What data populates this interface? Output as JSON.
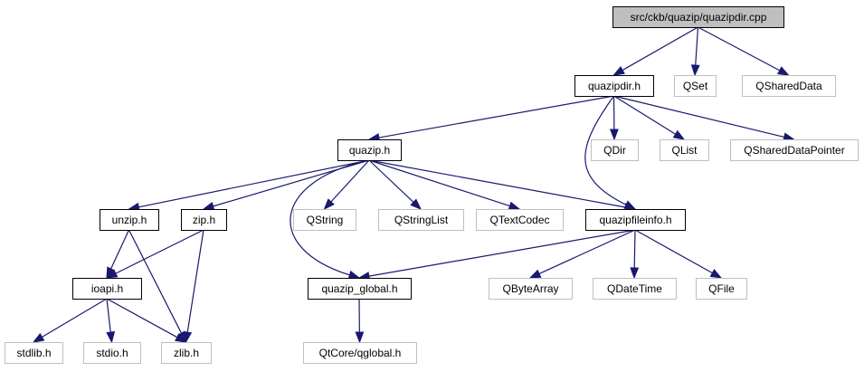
{
  "colors": {
    "edge": "#191970",
    "root_fill": "#bfbfbf",
    "node_border": "#000000",
    "external_border": "#bfbfbf"
  },
  "nodes": [
    {
      "id": "quazipdir_cpp",
      "label": "src/ckb/quazip/quazipdir.cpp",
      "kind": "root"
    },
    {
      "id": "quazipdir_h",
      "label": "quazipdir.h",
      "kind": "doc"
    },
    {
      "id": "qset",
      "label": "QSet",
      "kind": "ext"
    },
    {
      "id": "qshareddata",
      "label": "QSharedData",
      "kind": "ext"
    },
    {
      "id": "quazip_h",
      "label": "quazip.h",
      "kind": "doc"
    },
    {
      "id": "qdir",
      "label": "QDir",
      "kind": "ext"
    },
    {
      "id": "qlist",
      "label": "QList",
      "kind": "ext"
    },
    {
      "id": "qshareddatapointer",
      "label": "QSharedDataPointer",
      "kind": "ext"
    },
    {
      "id": "unzip_h",
      "label": "unzip.h",
      "kind": "doc"
    },
    {
      "id": "zip_h",
      "label": "zip.h",
      "kind": "doc"
    },
    {
      "id": "qstring",
      "label": "QString",
      "kind": "ext"
    },
    {
      "id": "qstringlist",
      "label": "QStringList",
      "kind": "ext"
    },
    {
      "id": "qtextcodec",
      "label": "QTextCodec",
      "kind": "ext"
    },
    {
      "id": "quazipfileinfo_h",
      "label": "quazipfileinfo.h",
      "kind": "doc"
    },
    {
      "id": "ioapi_h",
      "label": "ioapi.h",
      "kind": "doc"
    },
    {
      "id": "quazip_global_h",
      "label": "quazip_global.h",
      "kind": "doc"
    },
    {
      "id": "qbytearray",
      "label": "QByteArray",
      "kind": "ext"
    },
    {
      "id": "qdatetime",
      "label": "QDateTime",
      "kind": "ext"
    },
    {
      "id": "qfile",
      "label": "QFile",
      "kind": "ext"
    },
    {
      "id": "stdlib_h",
      "label": "stdlib.h",
      "kind": "ext"
    },
    {
      "id": "stdio_h",
      "label": "stdio.h",
      "kind": "ext"
    },
    {
      "id": "zlib_h",
      "label": "zlib.h",
      "kind": "ext"
    },
    {
      "id": "qtcore_qglobal_h",
      "label": "QtCore/qglobal.h",
      "kind": "ext"
    }
  ],
  "edges": [
    [
      "quazipdir_cpp",
      "quazipdir_h"
    ],
    [
      "quazipdir_cpp",
      "qset"
    ],
    [
      "quazipdir_cpp",
      "qshareddata"
    ],
    [
      "quazipdir_h",
      "quazip_h"
    ],
    [
      "quazipdir_h",
      "qdir"
    ],
    [
      "quazipdir_h",
      "qlist"
    ],
    [
      "quazipdir_h",
      "qshareddatapointer"
    ],
    [
      "quazipdir_h",
      "quazipfileinfo_h"
    ],
    [
      "quazip_h",
      "unzip_h"
    ],
    [
      "quazip_h",
      "zip_h"
    ],
    [
      "quazip_h",
      "qstring"
    ],
    [
      "quazip_h",
      "qstringlist"
    ],
    [
      "quazip_h",
      "qtextcodec"
    ],
    [
      "quazip_h",
      "quazipfileinfo_h"
    ],
    [
      "quazip_h",
      "quazip_global_h"
    ],
    [
      "unzip_h",
      "ioapi_h"
    ],
    [
      "unzip_h",
      "zlib_h"
    ],
    [
      "zip_h",
      "ioapi_h"
    ],
    [
      "zip_h",
      "zlib_h"
    ],
    [
      "ioapi_h",
      "stdlib_h"
    ],
    [
      "ioapi_h",
      "stdio_h"
    ],
    [
      "ioapi_h",
      "zlib_h"
    ],
    [
      "quazipfileinfo_h",
      "quazip_global_h"
    ],
    [
      "quazipfileinfo_h",
      "qbytearray"
    ],
    [
      "quazipfileinfo_h",
      "qdatetime"
    ],
    [
      "quazipfileinfo_h",
      "qfile"
    ],
    [
      "quazip_global_h",
      "qtcore_qglobal_h"
    ]
  ]
}
